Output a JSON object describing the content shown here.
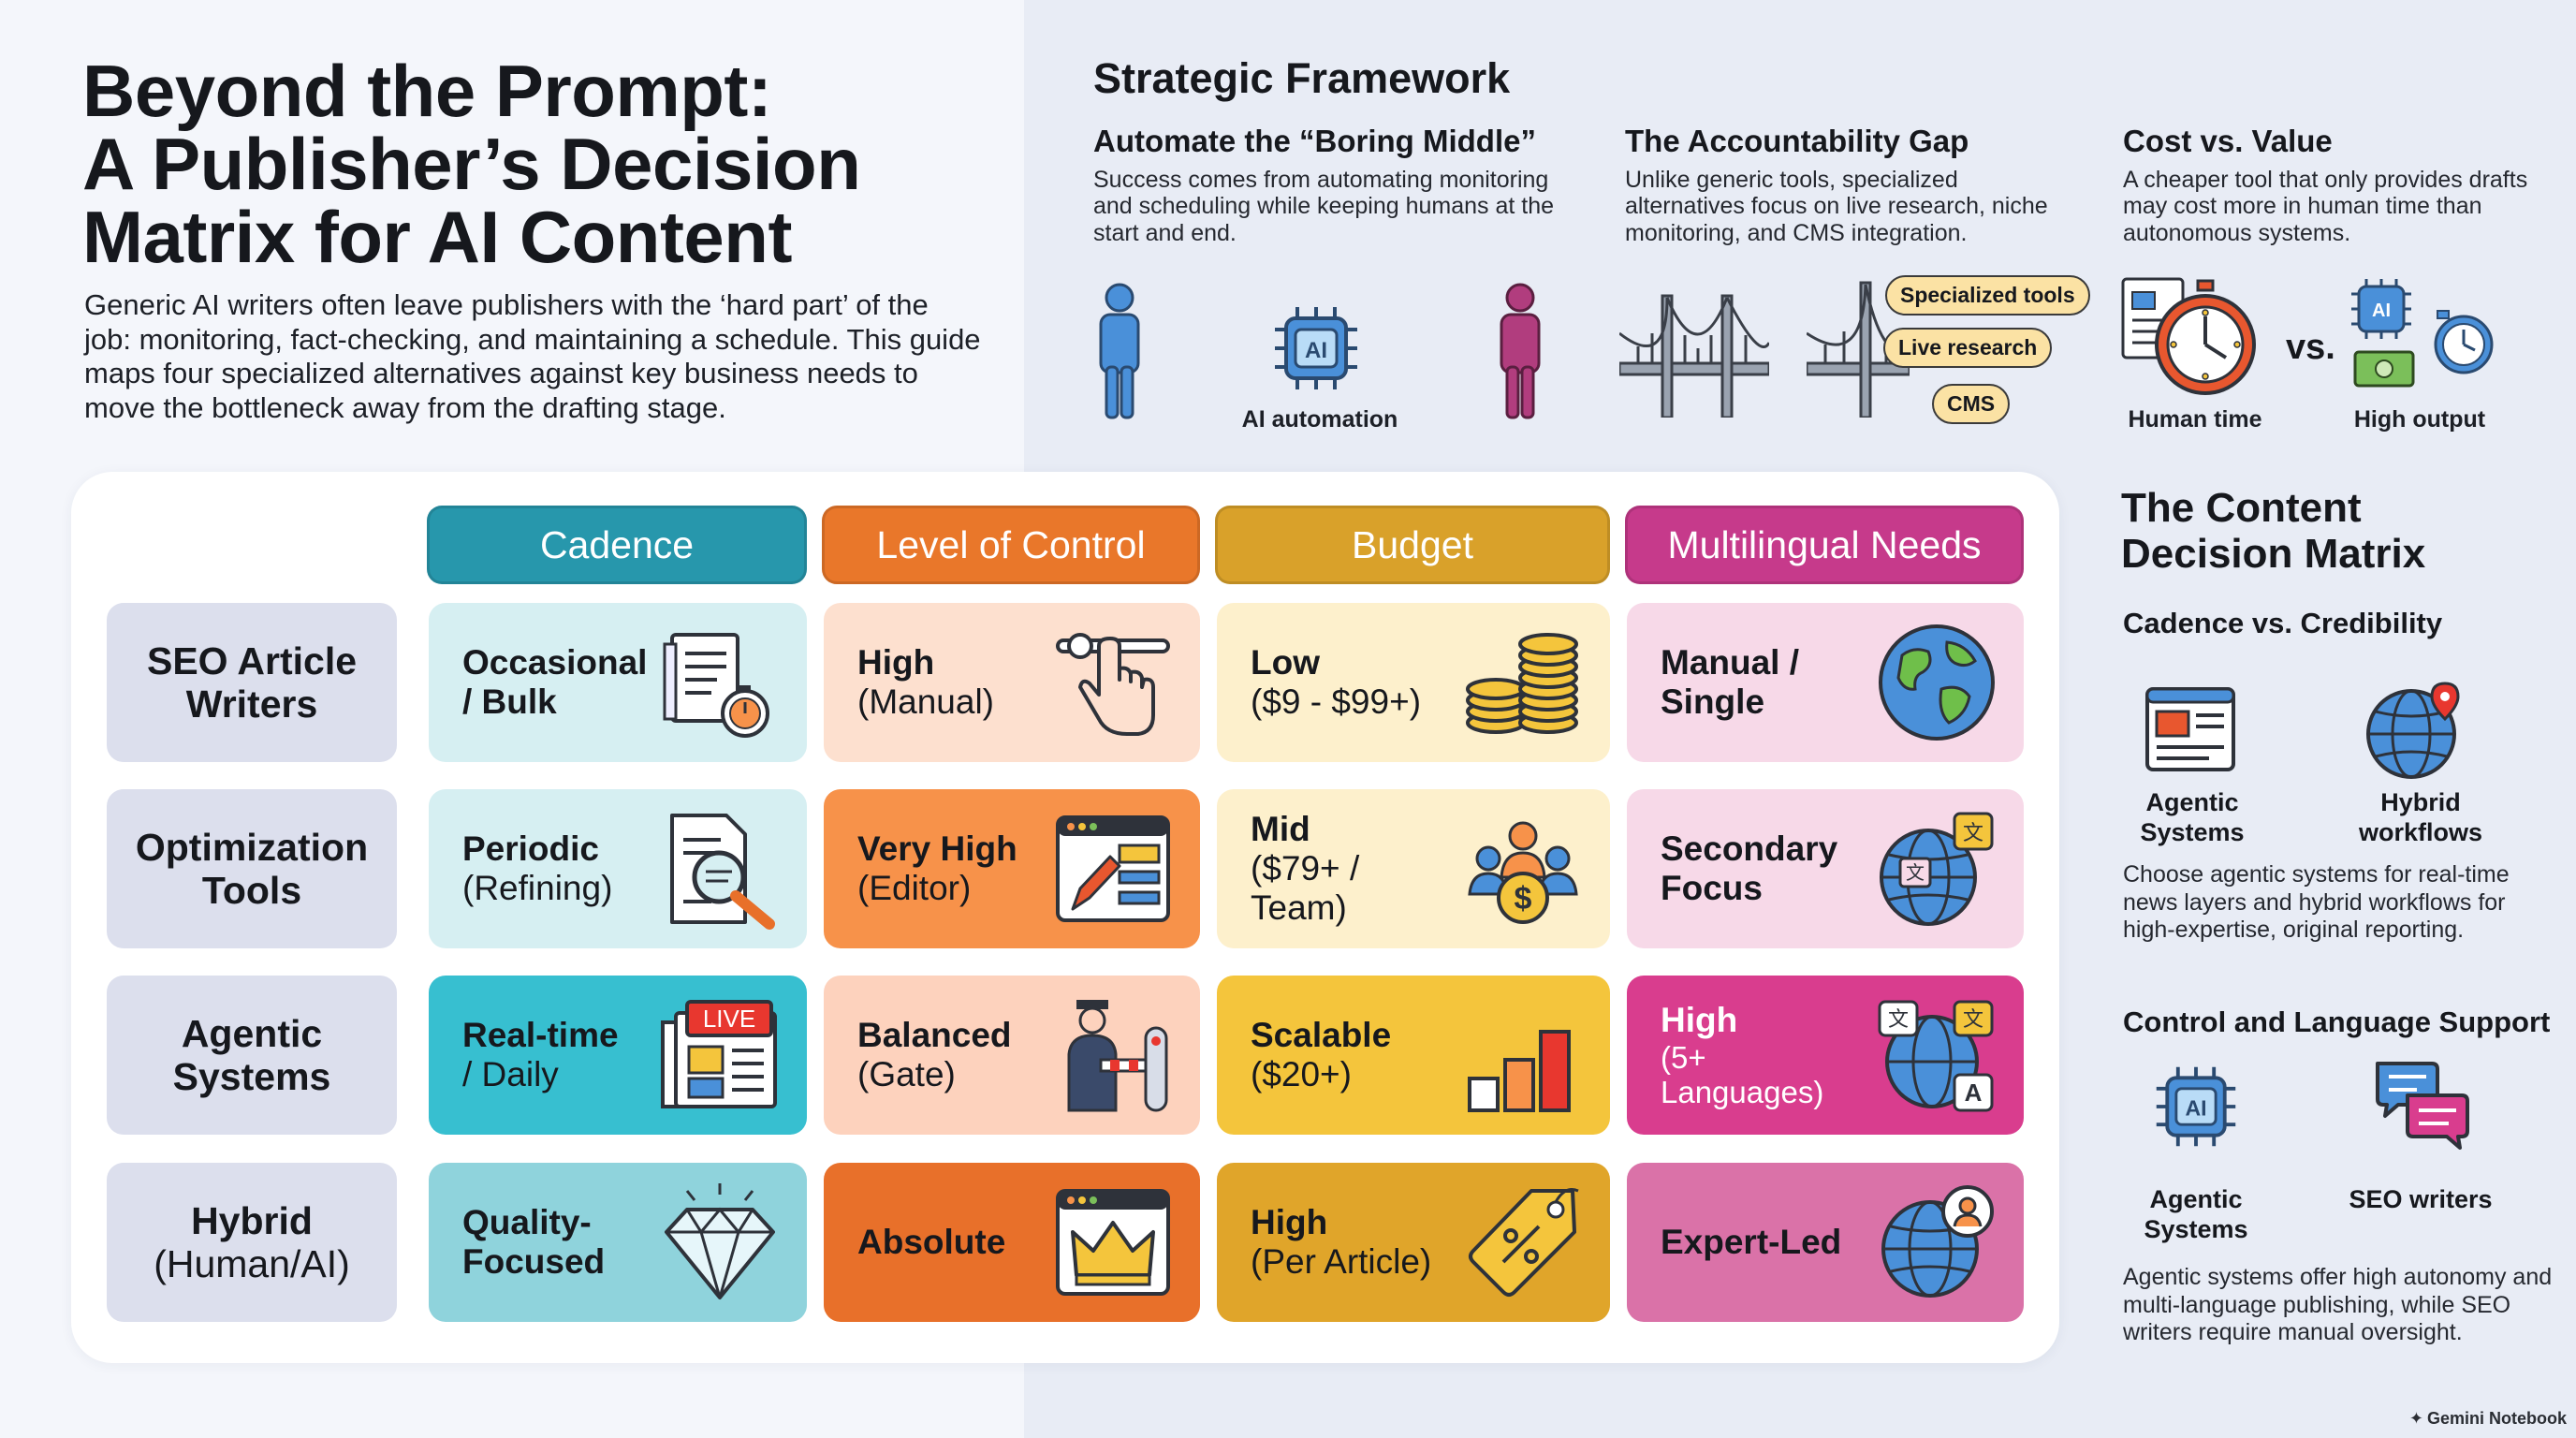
{
  "title": {
    "line1": "Beyond the Prompt:",
    "line2": "A Publisher’s Decision",
    "line3": "Matrix for AI Content"
  },
  "intro": "Generic AI writers often leave publishers with the ‘hard part’ of the job: monitoring, fact-checking, and maintaining a schedule. This guide maps four specialized alternatives against key business needs to move the bottleneck away from the drafting stage.",
  "framework": {
    "title": "Strategic Framework",
    "cols": [
      {
        "heading": "Automate the “Boring Middle”",
        "text": "Success comes from automating monitoring and scheduling while keeping humans at the start and end."
      },
      {
        "heading": "The Accountability Gap",
        "text": "Unlike generic tools, specialized alternatives focus on live research, niche monitoring, and CMS integration."
      },
      {
        "heading": "Cost vs. Value",
        "text": "A cheaper tool that only provides drafts may cost more in human time than autonomous systems."
      }
    ],
    "ai_automation_caption": "AI automation",
    "pills": [
      "Specialized tools",
      "Live research",
      "CMS"
    ],
    "human_time_caption": "Human time",
    "vs_label": "vs.",
    "high_output_caption": "High output"
  },
  "matrix": {
    "headers": [
      {
        "label": "Cadence",
        "color": "#2797ac"
      },
      {
        "label": "Level of Control",
        "color": "#e9772a"
      },
      {
        "label": "Budget",
        "color": "#d9a12a"
      },
      {
        "label": "Multilingual Needs",
        "color": "#c63a8b"
      }
    ],
    "rows": [
      {
        "label_bold": "SEO Article Writers",
        "label_normal": "",
        "cells": [
          {
            "bold": "Occasional / Bulk",
            "normal": "",
            "icon": "document-stopwatch-icon"
          },
          {
            "bold": "High",
            "normal": "(Manual)",
            "icon": "hand-slider-icon"
          },
          {
            "bold": "Low",
            "normal": "($9 - $99+)",
            "icon": "coin-stack-icon"
          },
          {
            "bold": "Manual / Single",
            "normal": "",
            "icon": "globe-icon"
          }
        ]
      },
      {
        "label_bold": "Optimization Tools",
        "label_normal": "",
        "cells": [
          {
            "bold": "Periodic",
            "normal": "(Refining)",
            "icon": "document-magnifier-icon"
          },
          {
            "bold": "Very High",
            "normal": "(Editor)",
            "icon": "editor-window-icon"
          },
          {
            "bold": "Mid",
            "normal": "($79+ / Team)",
            "icon": "team-dollar-icon"
          },
          {
            "bold": "Secondary Focus",
            "normal": "",
            "icon": "globe-translate-icon"
          }
        ]
      },
      {
        "label_bold": "Agentic Systems",
        "label_normal": "",
        "cells": [
          {
            "bold": "Real-time",
            "normal": "/ Daily",
            "icon": "live-newspaper-icon"
          },
          {
            "bold": "Balanced",
            "normal": "(Gate)",
            "icon": "gatekeeper-icon"
          },
          {
            "bold": "Scalable",
            "normal": "($20+)",
            "icon": "growth-bars-icon"
          },
          {
            "bold": "High",
            "normal": "(5+ Languages)",
            "icon": "globe-languages-icon"
          }
        ]
      },
      {
        "label_bold": "Hybrid",
        "label_normal": "(Human/AI)",
        "cells": [
          {
            "bold": "Quality-Focused",
            "normal": "",
            "icon": "diamond-icon"
          },
          {
            "bold": "Absolute",
            "normal": "",
            "icon": "crown-window-icon"
          },
          {
            "bold": "High",
            "normal": "(Per Article)",
            "icon": "price-tag-icon"
          },
          {
            "bold": "Expert-Led",
            "normal": "",
            "icon": "globe-expert-icon"
          }
        ]
      }
    ],
    "cell_colors": [
      [
        "#d6eff2",
        "#fde0cf",
        "#fdf0cc",
        "#f7d9e8"
      ],
      [
        "#d6eff2",
        "#f7924a",
        "#fdf0cc",
        "#f7d9e8"
      ],
      [
        "#37bfd0",
        "#fdd2bd",
        "#f4c53c",
        "#d93d8e"
      ],
      [
        "#8fd3dc",
        "#e8702a",
        "#e0a52a",
        "#da72a8"
      ]
    ]
  },
  "decision": {
    "title_line1": "The Content",
    "title_line2": "Decision Matrix",
    "sub1": "Cadence vs. Credibility",
    "agentic_caption": "Agentic Systems",
    "hybrid_caption": "Hybrid workflows",
    "text1": "Choose agentic systems for real-time news layers and hybrid workflows for high-expertise, original reporting.",
    "sub2": "Control and Language Support",
    "agentic_caption2": "Agentic Systems",
    "seo_caption": "SEO writers",
    "text2": "Agentic systems offer high autonomy and multi-language publishing, while SEO writers require manual oversight."
  },
  "footer": "Gemini Notebook"
}
